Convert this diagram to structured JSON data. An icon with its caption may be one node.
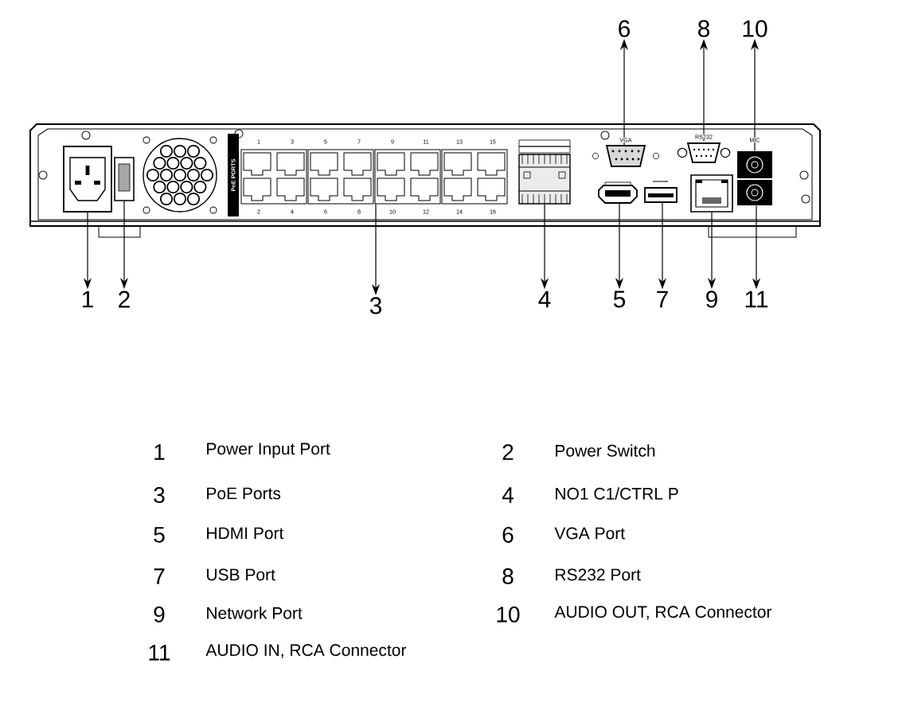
{
  "diagram": {
    "nodes": [
      {
        "text": [
          "6"
        ]
      },
      {
        "text": [
          "8"
        ]
      },
      {
        "text": [
          "10"
        ]
      },
      {
        "text": [],
        "shape": "picture"
      },
      {
        "text": [],
        "shape": "picture"
      },
      {
        "text": [],
        "shape": "picture"
      },
      {
        "text": [],
        "shape": "picture"
      },
      {
        "text": [],
        "shape": "picture"
      },
      {
        "text": [],
        "shape": "picture"
      },
      {
        "text": [],
        "shape": "picture"
      },
      {
        "text": [],
        "shape": "picture"
      },
      {
        "text": [],
        "shape": "picture"
      },
      {
        "text": [],
        "shape": "picture"
      },
      {
        "text": [],
        "shape": "picture"
      },
      {
        "text": [
          "1"
        ]
      },
      {
        "text": [
          "2"
        ]
      },
      {
        "text": [
          "3"
        ]
      },
      {
        "text": [
          "4"
        ]
      },
      {
        "text": [
          "5"
        ]
      },
      {
        "text": [
          "7"
        ]
      },
      {
        "text": [
          "9"
        ]
      },
      {
        "text": [
          "11"
        ]
      }
    ],
    "edges": [
      {
        "from": 8,
        "to": 0,
        "arrow": "to"
      },
      {
        "from": 10,
        "to": 1,
        "arrow": "to"
      },
      {
        "from": 12,
        "to": 2,
        "arrow": "to"
      },
      {
        "from": 3,
        "to": 14,
        "arrow": "to"
      },
      {
        "from": 4,
        "to": 15,
        "arrow": "to"
      },
      {
        "from": 5,
        "to": 16,
        "arrow": "to"
      },
      {
        "from": 6,
        "to": 17,
        "arrow": "to"
      },
      {
        "from": 7,
        "to": 18,
        "arrow": "to"
      },
      {
        "from": 9,
        "to": 19,
        "arrow": "to"
      },
      {
        "from": 11,
        "to": 20,
        "arrow": "to"
      },
      {
        "from": 13,
        "to": 21,
        "arrow": "to"
      }
    ],
    "labels": [
      "PoE PORTS",
      "1",
      "3",
      "5",
      "7",
      "9",
      "11",
      "13",
      "15",
      "VGA",
      "RS232",
      "MIC",
      "2",
      "4",
      "6",
      "8",
      "10",
      "12",
      "14",
      "16",
      "1",
      "Power Input Port",
      "2",
      "Power Switch",
      "3",
      "PoE Ports",
      "4",
      "NO1 C1/CTRL P",
      "5",
      "HDMI Port",
      "6",
      "VGA Port",
      "7",
      "USB Port",
      "8",
      "RS232 Port",
      "9",
      "Network Port",
      "10",
      "AUDIO OUT, RCA Connector",
      "11",
      "AUDIO IN, RCA Connector"
    ]
  }
}
